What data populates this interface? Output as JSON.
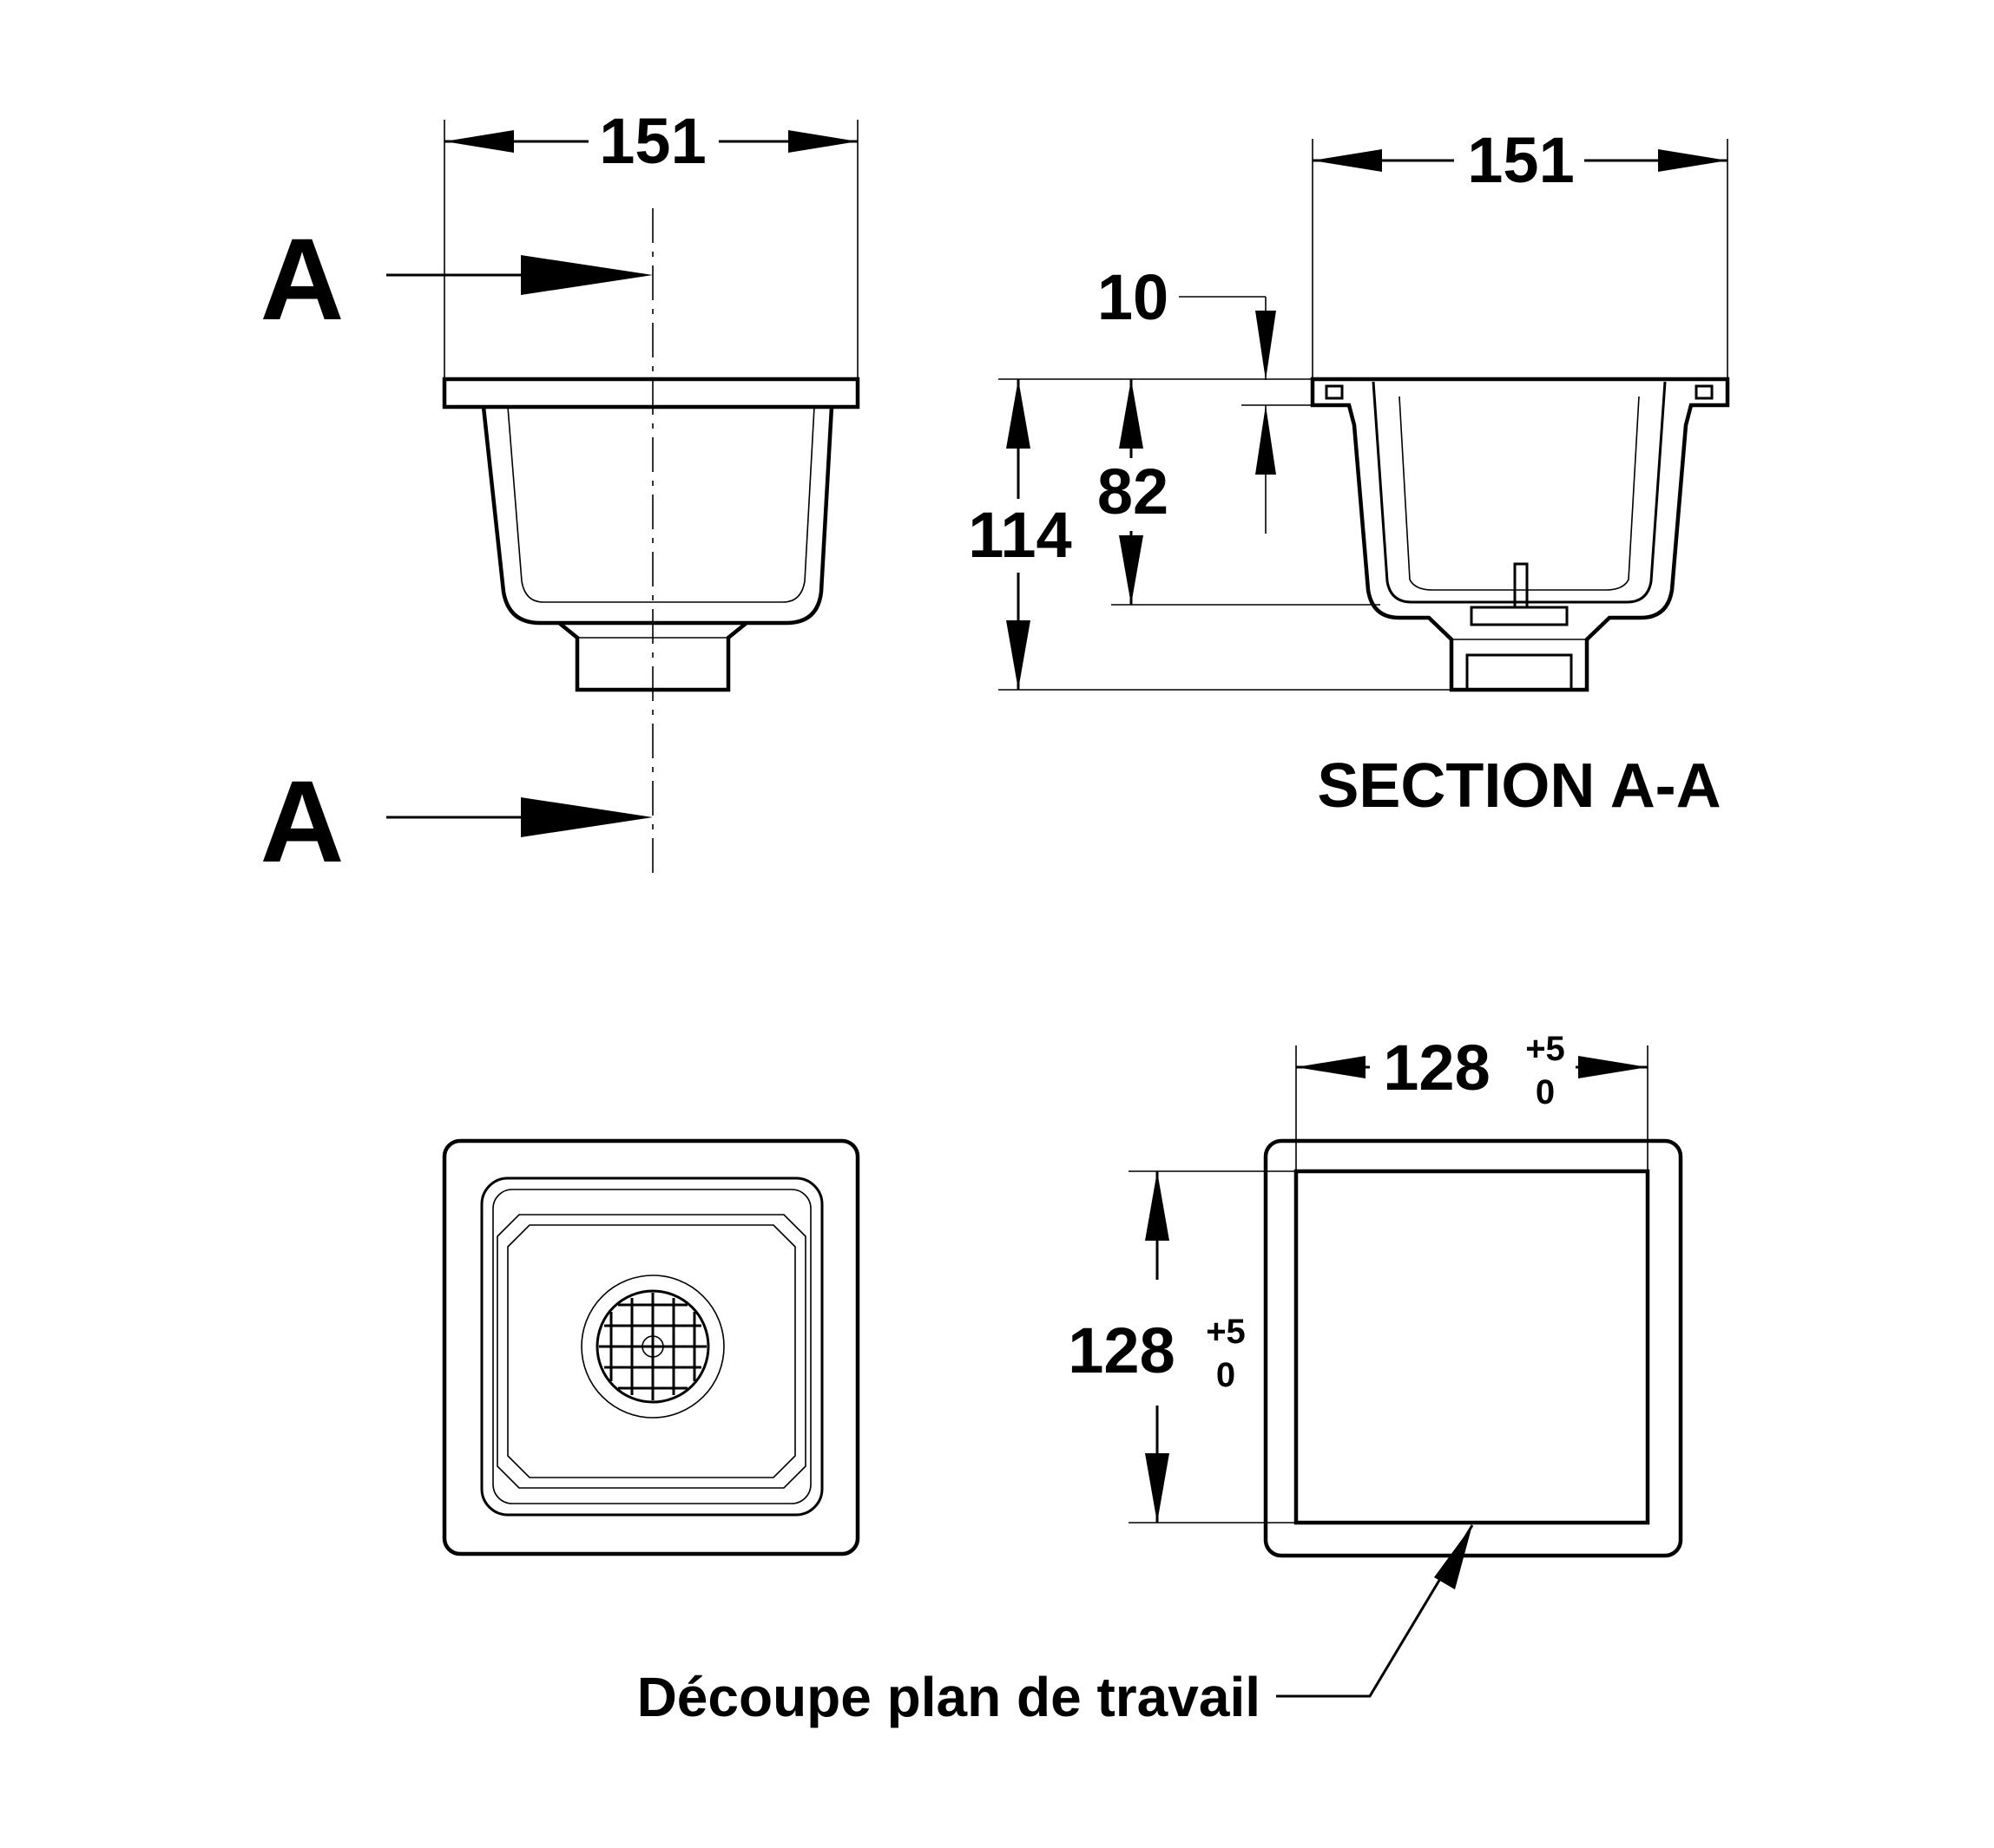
{
  "dimensions": {
    "front_width": "151",
    "section_width": "151",
    "flange_thickness": "10",
    "bowl_depth": "82",
    "total_height": "114",
    "cutout_width": "128",
    "cutout_width_tol_upper": "+5",
    "cutout_width_tol_lower": "0",
    "cutout_height": "128",
    "cutout_height_tol_upper": "+5",
    "cutout_height_tol_lower": "0"
  },
  "section_markers": {
    "top": "A",
    "bottom": "A"
  },
  "section_title": "SECTION A-A",
  "cutout_note": "Découpe plan de travail"
}
